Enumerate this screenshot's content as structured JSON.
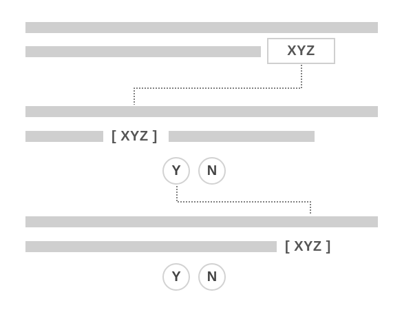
{
  "question_1": {
    "answer_box_text": "XYZ"
  },
  "question_2": {
    "inline_blank_text": "[ XYZ ]",
    "yes_button_label": "Y",
    "no_button_label": "N"
  },
  "question_3": {
    "inline_blank_text": "[ XYZ ]",
    "yes_button_label": "Y",
    "no_button_label": "N"
  },
  "colors": {
    "bar": "#cfcfcf",
    "text": "#555555",
    "button_border": "#d2d2d2",
    "connector": "#555555"
  }
}
